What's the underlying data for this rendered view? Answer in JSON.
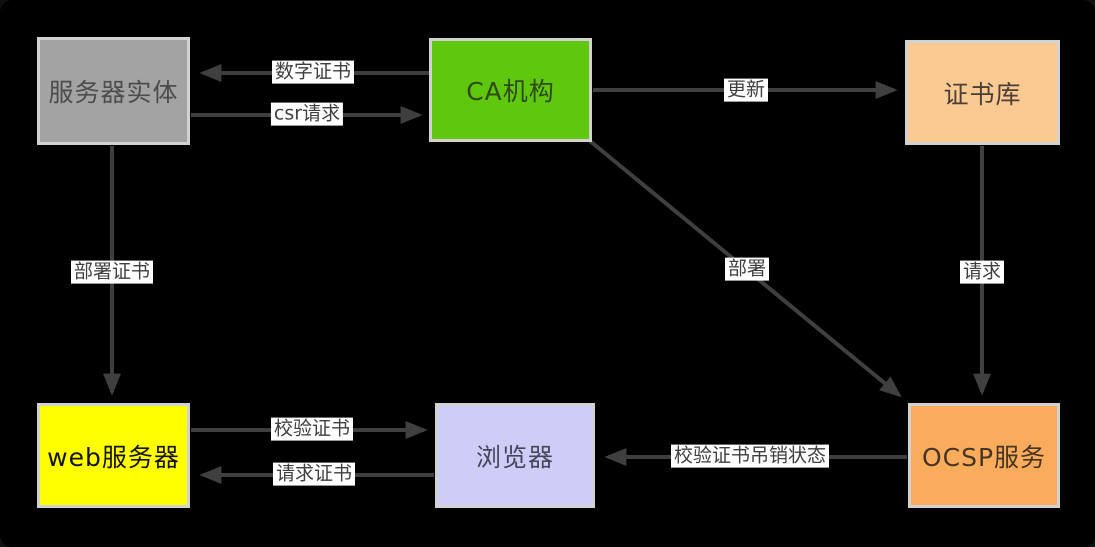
{
  "diagram": {
    "type": "flowchart",
    "topic": "PKI certificate issuance and OCSP validation flow",
    "nodes": [
      {
        "id": "server-entity",
        "label": "服务器实体",
        "fill": "#a3a3a3"
      },
      {
        "id": "ca",
        "label": "CA机构",
        "fill": "#5ec70e"
      },
      {
        "id": "cert-store",
        "label": "证书库",
        "fill": "#fbc992"
      },
      {
        "id": "web-server",
        "label": "web服务器",
        "fill": "#ffff00"
      },
      {
        "id": "browser",
        "label": "浏览器",
        "fill": "#cdcdf7"
      },
      {
        "id": "ocsp",
        "label": "OCSP服务",
        "fill": "#fbab5c"
      }
    ],
    "edges": [
      {
        "from": "ca",
        "to": "server-entity",
        "label": "数字证书"
      },
      {
        "from": "server-entity",
        "to": "ca",
        "label": "csr请求"
      },
      {
        "from": "ca",
        "to": "cert-store",
        "label": "更新"
      },
      {
        "from": "server-entity",
        "to": "web-server",
        "label": "部署证书"
      },
      {
        "from": "ca",
        "to": "ocsp",
        "label": "部署"
      },
      {
        "from": "cert-store",
        "to": "ocsp",
        "label": "请求"
      },
      {
        "from": "web-server",
        "to": "browser",
        "label": "校验证书"
      },
      {
        "from": "browser",
        "to": "web-server",
        "label": "请求证书"
      },
      {
        "from": "ocsp",
        "to": "browser",
        "label": "校验证书吊销状态"
      }
    ],
    "colors": {
      "background": "#000000",
      "line": "#3f3f3f",
      "box_border": "#d2d2d2",
      "label_background": "#ffffff",
      "label_text": "#3f3f3f"
    }
  }
}
